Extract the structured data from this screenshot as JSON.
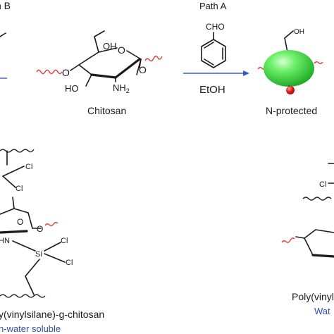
{
  "labels": {
    "path_b_partial": "h B",
    "path_a": "Path A",
    "chitosan": "Chitosan",
    "reagent_group": "CHO",
    "solvent": "EtOH",
    "n_protected": "N-protected",
    "oh_main": "OH",
    "ho_main": "HO",
    "nh2_main": "NH",
    "nh2_sub": "2",
    "ring_o_main": "O",
    "link_o_left": "O",
    "link_o_right": "O",
    "oh_sphere": "OH",
    "cl_top_1": "Cl",
    "cl_top_2": "Cl",
    "cl_mid_1": "Cl",
    "cl_mid_2": "Cl",
    "si_label": "Si",
    "hn_label": "HN",
    "ring_o_lower": "O",
    "link_o_lower": "O",
    "cl_right": "Cl",
    "left_product": "y(vinylsilane)-g-chitosan",
    "left_solubility": "n-water soluble",
    "right_product": "Poly(vinyl",
    "right_solubility": "Wat"
  },
  "colors": {
    "arrow_blue": "#3a57c8",
    "wavy_red": "#e23b3b",
    "sphere_green": "#34d63a",
    "ball_red": "#e01818",
    "solubility_blue": "#2d4f9e"
  }
}
